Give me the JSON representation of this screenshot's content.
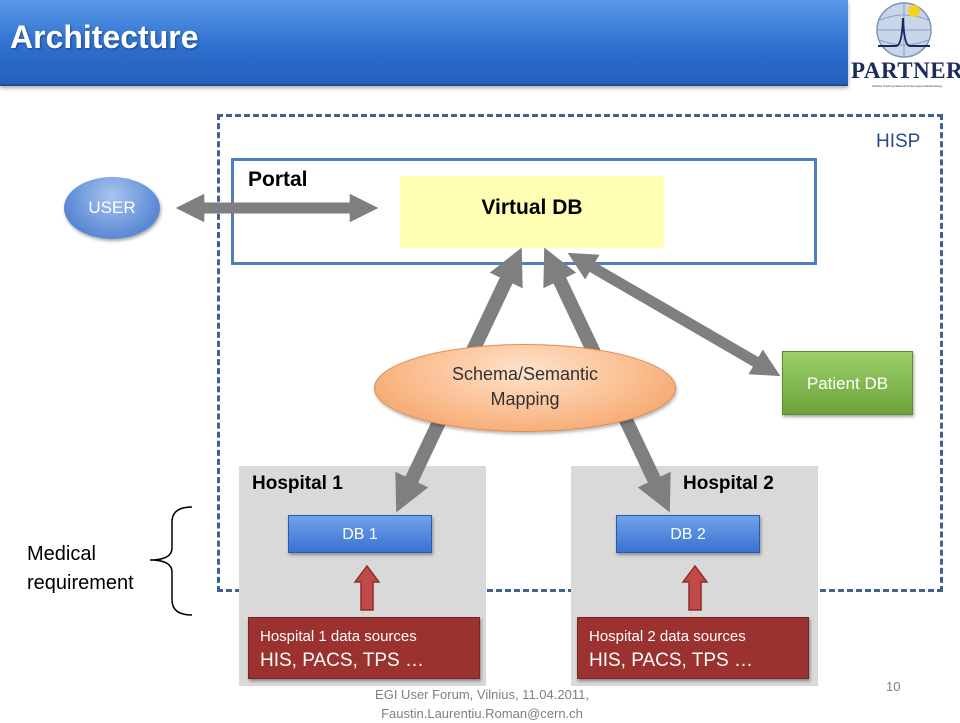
{
  "header": {
    "title": "Architecture"
  },
  "logo": {
    "name": "PARTNER",
    "subtitle": "Particle Training Network for European Radiotherapy"
  },
  "hisp": {
    "label": "HISP"
  },
  "portal": {
    "label": "Portal",
    "virtual_db": "Virtual DB"
  },
  "user": {
    "label": "USER"
  },
  "mapping": {
    "line1": "Schema/Semantic",
    "line2": "Mapping"
  },
  "patient_db": {
    "label": "Patient DB"
  },
  "hospitals": [
    {
      "label": "Hospital 1",
      "db": "DB 1",
      "sources_title": "Hospital 1 data sources",
      "sources": "HIS, PACS, TPS …"
    },
    {
      "label": "Hospital 2",
      "db": "DB 2",
      "sources_title": "Hospital 2 data sources",
      "sources": "HIS, PACS, TPS …"
    }
  ],
  "medical_requirement": {
    "line1": "Medical",
    "line2": "requirement"
  },
  "footer": {
    "line1": "EGI User Forum, Vilnius, 11.04.2011,",
    "line2": "Faustin.Laurentiu.Roman@cern.ch",
    "page": "10"
  },
  "colors": {
    "title_bar": "#2e6fd0",
    "arrow": "#7f7f7f",
    "source_box": "#9c3230",
    "virtual_db": "#ffffb3",
    "mapping": "#f9b887",
    "patient_db": "#6ea33c"
  }
}
